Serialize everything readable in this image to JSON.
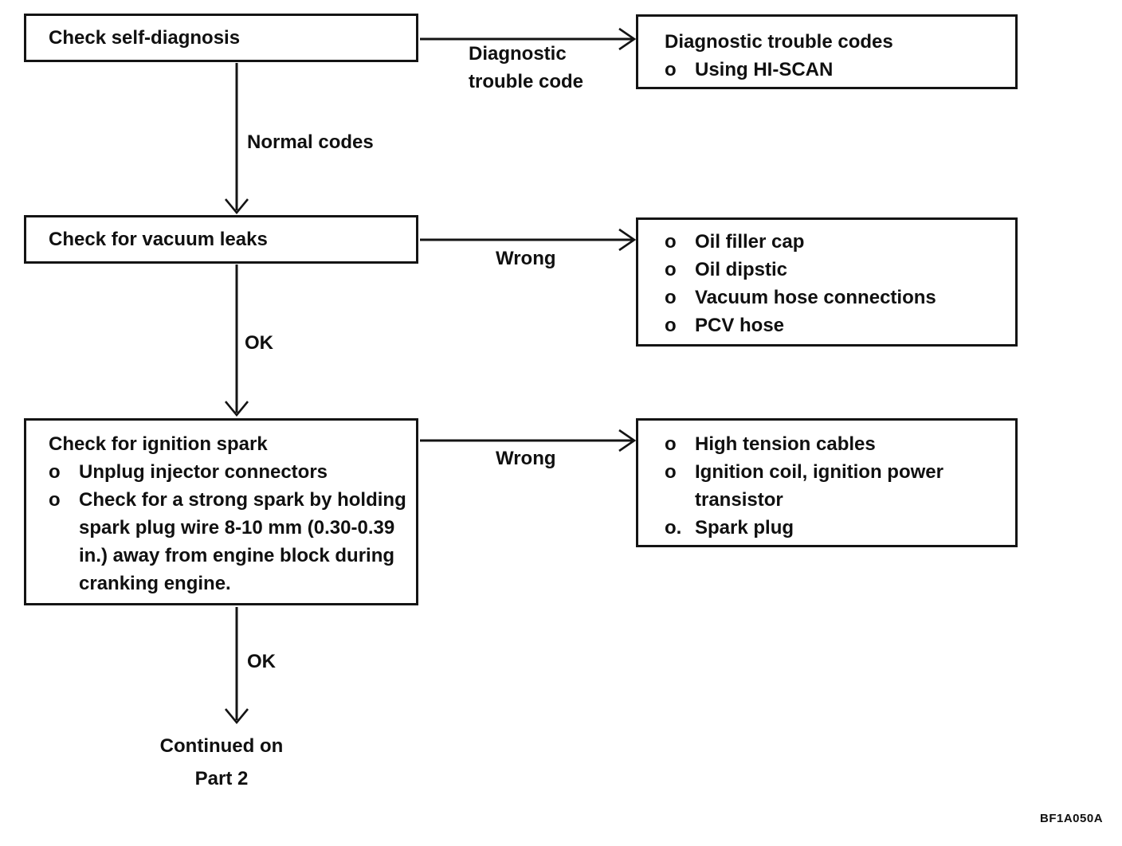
{
  "figure_code": "BF1A050A",
  "diagram": {
    "boxes": {
      "self_diagnosis": {
        "title": "Check self-diagnosis"
      },
      "trouble_codes": {
        "title": "Diagnostic trouble codes",
        "bullets": [
          {
            "marker": "o",
            "text": "Using HI-SCAN"
          }
        ]
      },
      "vacuum_leaks": {
        "title": "Check for vacuum leaks"
      },
      "vacuum_causes": {
        "bullets": [
          {
            "marker": "o",
            "text": "Oil filler cap"
          },
          {
            "marker": "o",
            "text": "Oil dipstic"
          },
          {
            "marker": "o",
            "text": "Vacuum hose connections"
          },
          {
            "marker": "o",
            "text": "PCV hose"
          }
        ]
      },
      "ignition_spark": {
        "title": "Check for ignition spark",
        "bullets": [
          {
            "marker": "o",
            "text": "Unplug injector connectors"
          },
          {
            "marker": "o",
            "text": "Check for a strong spark by holding spark plug wire 8-10 mm (0.30-0.39 in.) away from engine block during cranking engine."
          }
        ]
      },
      "spark_causes": {
        "bullets": [
          {
            "marker": "o",
            "text": "High tension cables"
          },
          {
            "marker": "o",
            "text": "Ignition coil, ignition power transistor"
          },
          {
            "marker": "o.",
            "text": "Spark plug"
          }
        ]
      }
    },
    "labels": {
      "diagnostic_trouble_code": [
        "Diagnostic",
        "trouble code"
      ],
      "normal_codes": "Normal codes",
      "wrong_vacuum": "Wrong",
      "ok_vacuum": "OK",
      "wrong_spark": "Wrong",
      "ok_spark": "OK",
      "continued": [
        "Continued on",
        "Part 2"
      ]
    },
    "line_color": "#141414"
  }
}
